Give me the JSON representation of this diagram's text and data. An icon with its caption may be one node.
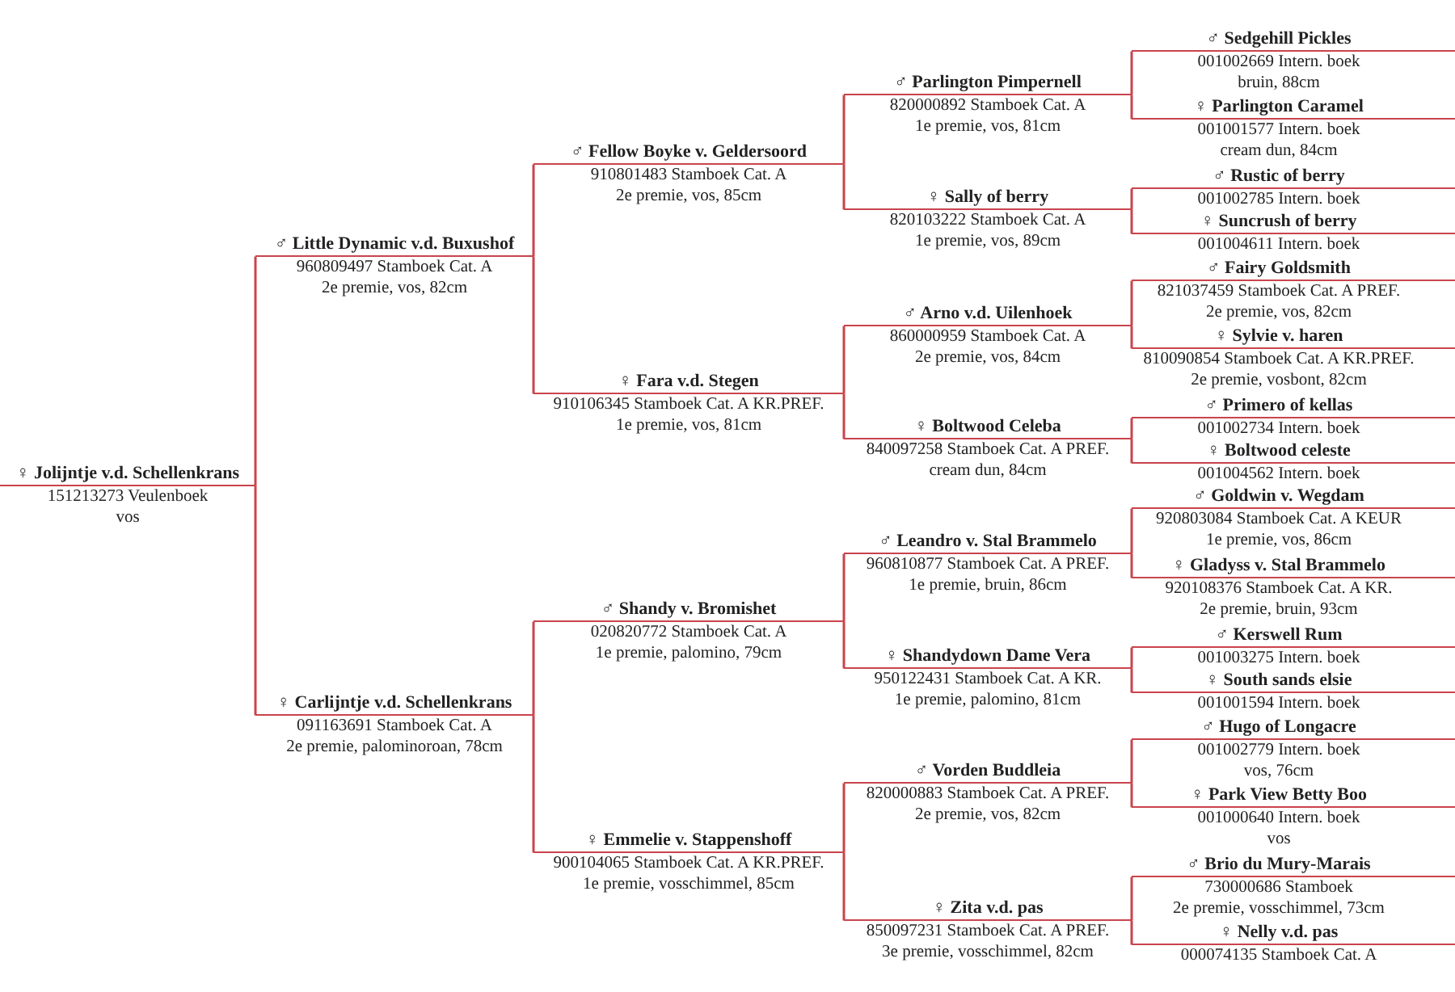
{
  "diagram": {
    "nodes": [
      {
        "text": [
          "♀ Jolijntje v.d. Schellenkrans",
          "151213273 Veulenboek",
          "vos"
        ]
      },
      {
        "text": [
          "♂ Little Dynamic v.d. Buxushof",
          "960809497 Stamboek Cat. A",
          "2e premie, vos, 82cm"
        ]
      },
      {
        "text": [
          "♀ Carlijntje v.d. Schellenkrans",
          "091163691 Stamboek Cat. A",
          "2e premie, palominoroan, 78cm"
        ]
      },
      {
        "text": [
          "♂ Fellow Boyke v. Geldersoord",
          "910801483 Stamboek Cat. A",
          "2e premie, vos, 85cm"
        ]
      },
      {
        "text": [
          "♀ Fara v.d. Stegen",
          "910106345 Stamboek Cat. A KR.PREF.",
          "1e premie, vos, 81cm"
        ]
      },
      {
        "text": [
          "♂ Shandy v. Bromishet",
          "020820772 Stamboek Cat. A",
          "1e premie, palomino, 79cm"
        ]
      },
      {
        "text": [
          "♀ Emmelie v. Stappenshoff",
          "900104065 Stamboek Cat. A KR.PREF.",
          "1e premie, vosschimmel, 85cm"
        ]
      },
      {
        "text": [
          "♂ Parlington Pimpernell",
          "820000892 Stamboek Cat. A",
          "1e premie, vos, 81cm"
        ]
      },
      {
        "text": [
          "♀ Sally of berry",
          "820103222 Stamboek Cat. A",
          "1e premie, vos, 89cm"
        ]
      },
      {
        "text": [
          "♂ Arno v.d. Uilenhoek",
          "860000959 Stamboek Cat. A",
          "2e premie, vos, 84cm"
        ]
      },
      {
        "text": [
          "♀ Boltwood Celeba",
          "840097258 Stamboek Cat. A PREF.",
          "cream dun, 84cm"
        ]
      },
      {
        "text": [
          "♂ Leandro v. Stal Brammelo",
          "960810877 Stamboek Cat. A PREF.",
          "1e premie, bruin, 86cm"
        ]
      },
      {
        "text": [
          "♀ Shandydown Dame Vera",
          "950122431 Stamboek Cat. A KR.",
          "1e premie, palomino, 81cm"
        ]
      },
      {
        "text": [
          "♂ Vorden Buddleia",
          "820000883 Stamboek Cat. A PREF.",
          "2e premie, vos, 82cm"
        ]
      },
      {
        "text": [
          "♀ Zita v.d. pas",
          "850097231 Stamboek Cat. A PREF.",
          "3e premie, vosschimmel, 82cm"
        ]
      },
      {
        "text": [
          "♂ Sedgehill Pickles",
          "001002669 Intern. boek",
          "bruin, 88cm"
        ]
      },
      {
        "text": [
          "♀ Parlington Caramel",
          "001001577 Intern. boek",
          "cream dun, 84cm"
        ]
      },
      {
        "text": [
          "♂ Rustic of berry",
          "001002785 Intern. boek"
        ]
      },
      {
        "text": [
          "♀ Suncrush of berry",
          "001004611 Intern. boek"
        ]
      },
      {
        "text": [
          "♂ Fairy Goldsmith",
          "821037459 Stamboek Cat. A PREF.",
          "2e premie, vos, 82cm"
        ]
      },
      {
        "text": [
          "♀ Sylvie v. haren",
          "810090854 Stamboek Cat. A KR.PREF.",
          "2e premie, vosbont, 82cm"
        ]
      },
      {
        "text": [
          "♂ Primero of kellas",
          "001002734 Intern. boek"
        ]
      },
      {
        "text": [
          "♀ Boltwood celeste",
          "001004562 Intern. boek"
        ]
      },
      {
        "text": [
          "♂ Goldwin v. Wegdam",
          "920803084 Stamboek Cat. A KEUR",
          "1e premie, vos, 86cm"
        ]
      },
      {
        "text": [
          "♀ Gladyss v. Stal Brammelo",
          "920108376 Stamboek Cat. A KR.",
          "2e premie, bruin, 93cm"
        ]
      },
      {
        "text": [
          "♂ Kerswell Rum",
          "001003275 Intern. boek"
        ]
      },
      {
        "text": [
          "♀ South sands elsie",
          "001001594 Intern. boek"
        ]
      },
      {
        "text": [
          "♂ Hugo of Longacre",
          "001002779 Intern. boek",
          "vos, 76cm"
        ]
      },
      {
        "text": [
          "♀ Park View Betty Boo",
          "001000640 Intern. boek",
          "vos"
        ]
      },
      {
        "text": [
          "♂ Brio du Mury-Marais",
          "730000686 Stamboek",
          "2e premie, vosschimmel, 73cm"
        ]
      },
      {
        "text": [
          "♀ Nelly v.d. pas",
          "000074135 Stamboek Cat. A"
        ]
      }
    ],
    "edges": [
      {
        "from": 0,
        "to": 1,
        "arrow": "none"
      },
      {
        "from": 0,
        "to": 2,
        "arrow": "none"
      },
      {
        "from": 1,
        "to": 3,
        "arrow": "none"
      },
      {
        "from": 1,
        "to": 4,
        "arrow": "none"
      },
      {
        "from": 2,
        "to": 5,
        "arrow": "none"
      },
      {
        "from": 2,
        "to": 6,
        "arrow": "none"
      },
      {
        "from": 3,
        "to": 7,
        "arrow": "none"
      },
      {
        "from": 3,
        "to": 8,
        "arrow": "none"
      },
      {
        "from": 4,
        "to": 9,
        "arrow": "none"
      },
      {
        "from": 4,
        "to": 10,
        "arrow": "none"
      },
      {
        "from": 5,
        "to": 11,
        "arrow": "none"
      },
      {
        "from": 5,
        "to": 12,
        "arrow": "none"
      },
      {
        "from": 6,
        "to": 13,
        "arrow": "none"
      },
      {
        "from": 6,
        "to": 14,
        "arrow": "none"
      },
      {
        "from": 7,
        "to": 15,
        "arrow": "none"
      },
      {
        "from": 7,
        "to": 16,
        "arrow": "none"
      },
      {
        "from": 8,
        "to": 17,
        "arrow": "none"
      },
      {
        "from": 8,
        "to": 18,
        "arrow": "none"
      },
      {
        "from": 9,
        "to": 19,
        "arrow": "none"
      },
      {
        "from": 9,
        "to": 20,
        "arrow": "none"
      },
      {
        "from": 10,
        "to": 21,
        "arrow": "none"
      },
      {
        "from": 10,
        "to": 22,
        "arrow": "none"
      },
      {
        "from": 11,
        "to": 23,
        "arrow": "none"
      },
      {
        "from": 11,
        "to": 24,
        "arrow": "none"
      },
      {
        "from": 12,
        "to": 25,
        "arrow": "none"
      },
      {
        "from": 12,
        "to": 26,
        "arrow": "none"
      },
      {
        "from": 13,
        "to": 27,
        "arrow": "none"
      },
      {
        "from": 13,
        "to": 28,
        "arrow": "none"
      },
      {
        "from": 14,
        "to": 29,
        "arrow": "none"
      },
      {
        "from": 14,
        "to": 30,
        "arrow": "none"
      }
    ]
  }
}
